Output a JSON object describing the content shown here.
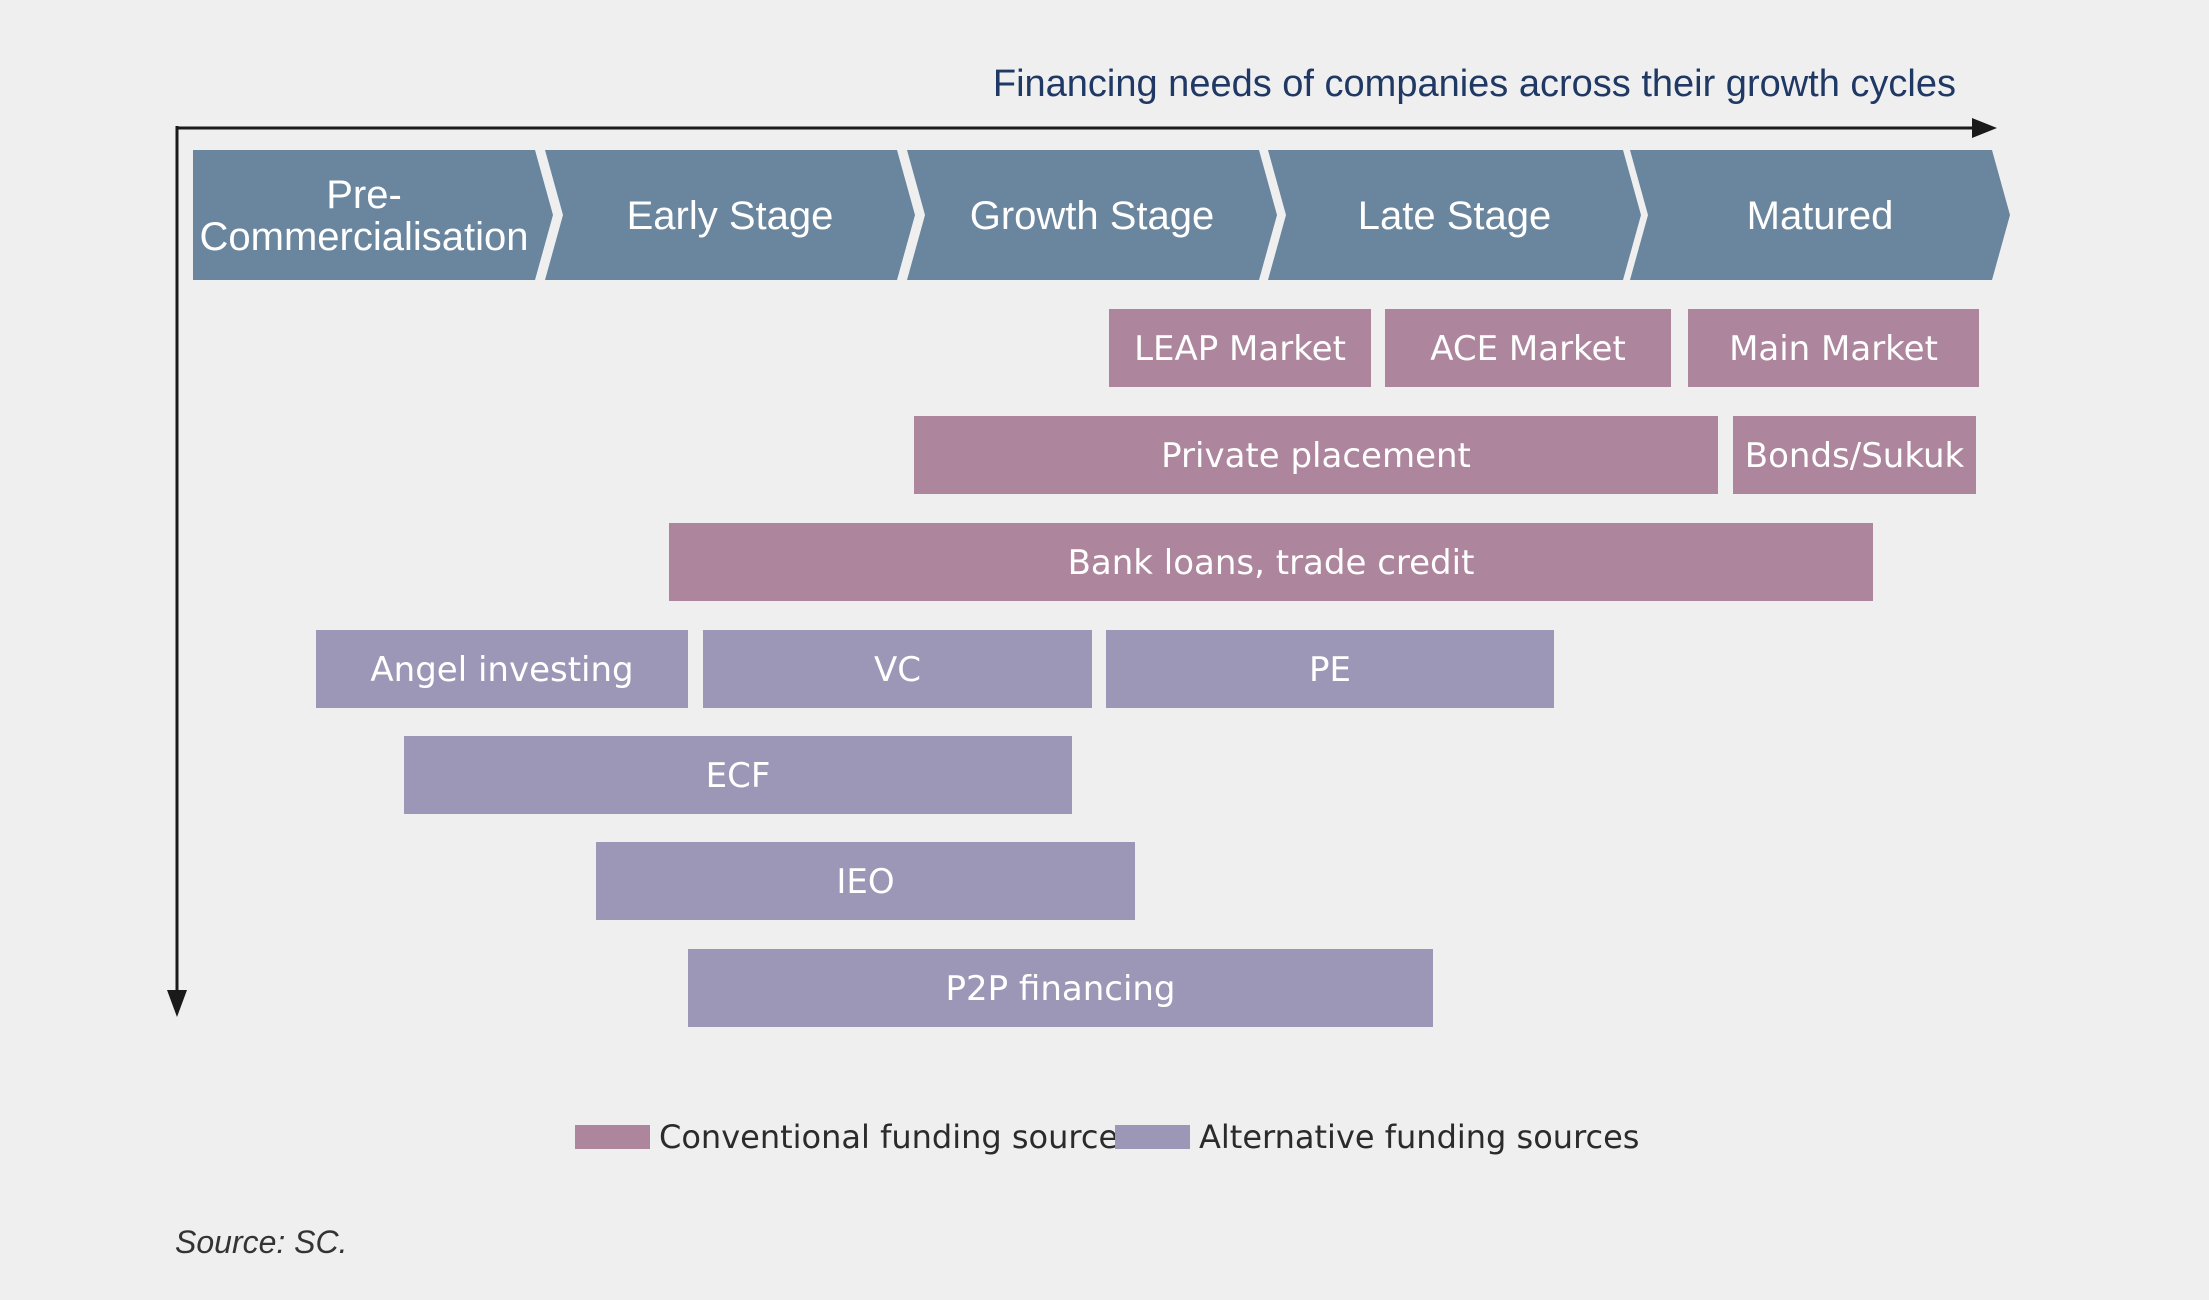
{
  "title": "Financing needs of companies across their growth cycles",
  "stages": [
    {
      "lines": [
        "Pre-",
        "Commercialisation"
      ]
    },
    {
      "lines": [
        "Early Stage"
      ]
    },
    {
      "lines": [
        "Growth Stage"
      ]
    },
    {
      "lines": [
        "Late Stage"
      ]
    },
    {
      "lines": [
        "Matured"
      ]
    }
  ],
  "funding_sources": [
    {
      "label": "LEAP Market",
      "category": "conventional"
    },
    {
      "label": "ACE Market",
      "category": "conventional"
    },
    {
      "label": "Main Market",
      "category": "conventional"
    },
    {
      "label": "Private placement",
      "category": "conventional"
    },
    {
      "label": "Bonds/Sukuk",
      "category": "conventional"
    },
    {
      "label": "Bank loans, trade credit",
      "category": "conventional"
    },
    {
      "label": "Angel investing",
      "category": "alternative"
    },
    {
      "label": "VC",
      "category": "alternative"
    },
    {
      "label": "PE",
      "category": "alternative"
    },
    {
      "label": "ECF",
      "category": "alternative"
    },
    {
      "label": "IEO",
      "category": "alternative"
    },
    {
      "label": "P2P financing",
      "category": "alternative"
    }
  ],
  "legend": [
    {
      "label": "Conventional funding sources",
      "category": "conventional"
    },
    {
      "label": "Alternative funding sources",
      "category": "alternative"
    }
  ],
  "colors": {
    "stage": "#6a859e",
    "conventional": "#ad859c",
    "alternative": "#9c97b6",
    "axis": "#1a1a1a",
    "background": "#efeff0"
  },
  "source": "Source: SC."
}
